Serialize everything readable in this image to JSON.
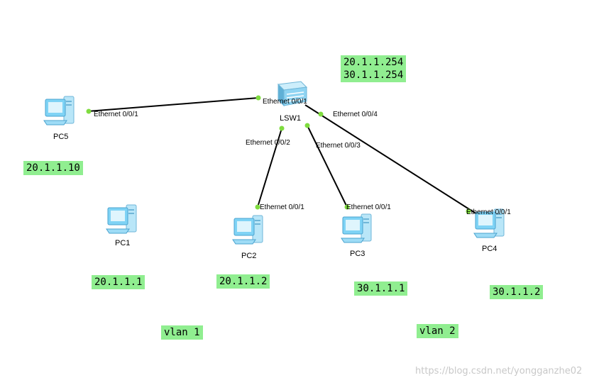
{
  "colors": {
    "link": "#000000",
    "port_dot": "#7fdc3f",
    "note_bg": "#90ee90",
    "device_blue": "#7fd3f5"
  },
  "devices": {
    "switch": {
      "name": "LSW1",
      "icon": "switch-icon"
    },
    "pc1": {
      "name": "PC1",
      "icon": "pc-icon"
    },
    "pc2": {
      "name": "PC2",
      "icon": "pc-icon"
    },
    "pc3": {
      "name": "PC3",
      "icon": "pc-icon"
    },
    "pc4": {
      "name": "PC4",
      "icon": "pc-icon"
    },
    "pc5": {
      "name": "PC5",
      "icon": "pc-icon"
    }
  },
  "links": [
    {
      "from": "LSW1",
      "to": "PC5",
      "switch_port": "Ethernet 0/0/1",
      "pc_port": "Ethernet 0/0/1"
    },
    {
      "from": "LSW1",
      "to": "PC2",
      "switch_port": "Ethernet 0/0/2",
      "pc_port": "Ethernet 0/0/1"
    },
    {
      "from": "LSW1",
      "to": "PC3",
      "switch_port": "Ethernet 0/0/3",
      "pc_port": "Ethernet 0/0/1"
    },
    {
      "from": "LSW1",
      "to": "PC4",
      "switch_port": "Ethernet 0/0/4",
      "pc_port": "Ethernet 0/0/1"
    }
  ],
  "notes": {
    "gateway": "20.1.1.254\n30.1.1.254",
    "pc5_ip": "20.1.1.10",
    "pc1_ip": "20.1.1.1",
    "pc2_ip": "20.1.1.2",
    "pc3_ip": "30.1.1.1",
    "pc4_ip": "30.1.1.2",
    "vlan1": "vlan 1",
    "vlan2": "vlan 2"
  },
  "watermark": "https://blog.csdn.net/yongganzhe02"
}
